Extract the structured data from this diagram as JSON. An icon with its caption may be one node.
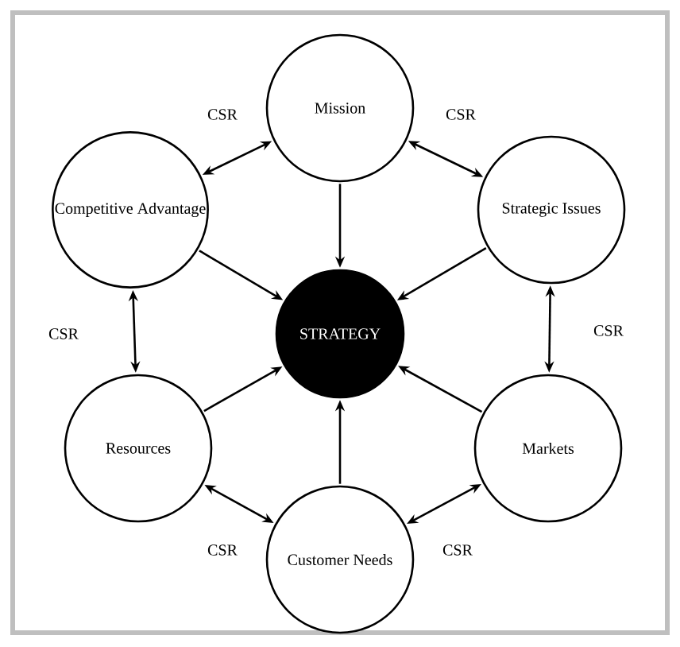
{
  "diagram": {
    "nodes": [
      {
        "text": [
          "Mission"
        ]
      },
      {
        "text": [
          "Competitive Advantage"
        ]
      },
      {
        "text": [
          "Strategic Issues"
        ]
      },
      {
        "text": [
          "STRATEGY"
        ]
      },
      {
        "text": [
          "Resources"
        ]
      },
      {
        "text": [
          "Markets"
        ]
      },
      {
        "text": [
          "Customer Needs"
        ]
      }
    ],
    "edges": [
      {
        "from": 0,
        "to": 3,
        "arrow": "to"
      },
      {
        "from": 1,
        "to": 3,
        "arrow": "to"
      },
      {
        "from": 2,
        "to": 3,
        "arrow": "to"
      },
      {
        "from": 4,
        "to": 3,
        "arrow": "to"
      },
      {
        "from": 5,
        "to": 3,
        "arrow": "to"
      },
      {
        "from": 6,
        "to": 3,
        "arrow": "to"
      },
      {
        "from": 1,
        "to": 0,
        "arrow": "both",
        "label": "CSR"
      },
      {
        "from": 0,
        "to": 2,
        "arrow": "both",
        "label": "CSR"
      },
      {
        "from": 1,
        "to": 4,
        "arrow": "both",
        "label": "CSR"
      },
      {
        "from": 2,
        "to": 5,
        "arrow": "both",
        "label": "CSR"
      },
      {
        "from": 4,
        "to": 6,
        "arrow": "both",
        "label": "CSR"
      },
      {
        "from": 6,
        "to": 5,
        "arrow": "both",
        "label": "CSR"
      }
    ]
  }
}
